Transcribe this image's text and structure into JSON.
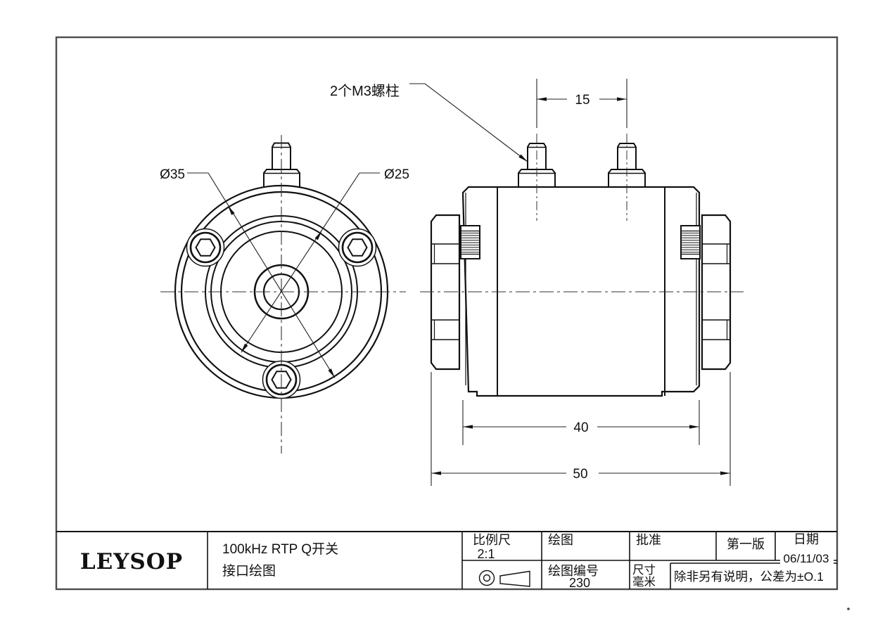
{
  "page": {
    "brand": {
      "name": "LEYSOP",
      "color": "#1c1cdf"
    },
    "title_block": {
      "product_title": "100kHz RTP Q开关",
      "subtitle": "接口绘图",
      "scale_label": "比例尺",
      "scale_value": "2:1",
      "drawn_label": "绘图",
      "drawing_number_label": "绘图编号",
      "drawing_number": "230",
      "approved_label": "批准",
      "units_label_line1": "尺寸",
      "units_label_line2": "毫米",
      "revision": "第一版",
      "date_label": "日期",
      "date_value": "06/11/03",
      "tolerance_note": "除非另有说明，公差为±O.1"
    },
    "annotations": {
      "studs_label": "2个M3螺柱",
      "dia_outer": "Ø35",
      "dia_inner": "Ø25",
      "dim_stud_spacing": "15",
      "dim_body_length": "40",
      "dim_overall_length": "50"
    }
  }
}
